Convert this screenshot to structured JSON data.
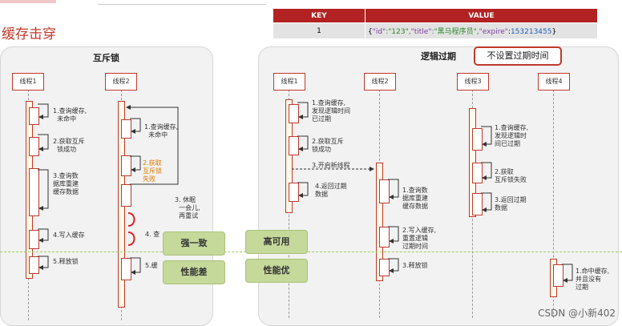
{
  "page_title": "缓存击穿",
  "kv_table": {
    "headers": [
      "KEY",
      "VALUE"
    ],
    "rows": [
      {
        "key": "1",
        "value": {
          "open": "{",
          "p1": "\"id\"",
          "p2": ":\"123\",",
          "p3": "\"title\"",
          "p4": ":\"黑马程序员\",",
          "p5": "\"expire\"",
          "p6": ":",
          "p7": "153213455",
          "close": "}"
        }
      }
    ]
  },
  "left_panel": {
    "title": "互斥锁",
    "threads": [
      "线程1",
      "线程2"
    ],
    "thread1_steps": [
      "1.查询缓存,\n  未命中",
      "2.获取互斥\n  锁成功",
      "3.查询数\n据库重建\n缓存数据",
      "4.写入缓存",
      "5.释放锁"
    ],
    "thread2_steps": [
      "1.查询缓存,\n  未命中",
      "2.获取\n互斥锁\n失败",
      "3. 休眠\n  一会儿,\n  再重试",
      "4. 查",
      "5.缓"
    ]
  },
  "right_panel": {
    "title": "逻辑过期",
    "badge": "不设置过期时间",
    "threads": [
      "线程1",
      "线程2",
      "线程3",
      "线程4"
    ],
    "thread1_steps": [
      "1.查询缓存,\n发现逻辑时间\n已过期",
      "2.获取互斥\n锁成功",
      "3.开启新线程",
      "4.返回过期\n数据"
    ],
    "thread2_steps": [
      "1.查询数\n据库重建\n缓存数据",
      "2.写入缓存,\n重置逻辑\n过期时间",
      "3.释放锁"
    ],
    "thread3_steps": [
      "1.查询缓存,\n发现逻辑时\n间已过期",
      "2.获取\n互斥锁失败",
      "3.返回过期\n数据"
    ],
    "thread4_steps": [
      "1.命中缓存,\n并且没有\n过期"
    ]
  },
  "comparison": {
    "left_top": "强一致",
    "right_top": "高可用",
    "left_bottom": "性能差",
    "right_bottom": "性能优"
  },
  "watermark": "CSDN @小新402",
  "colors": {
    "accent": "#c0392b",
    "table_header": "#b22222",
    "green_button": "#c5d99a",
    "orange_text": "#e07b00"
  }
}
